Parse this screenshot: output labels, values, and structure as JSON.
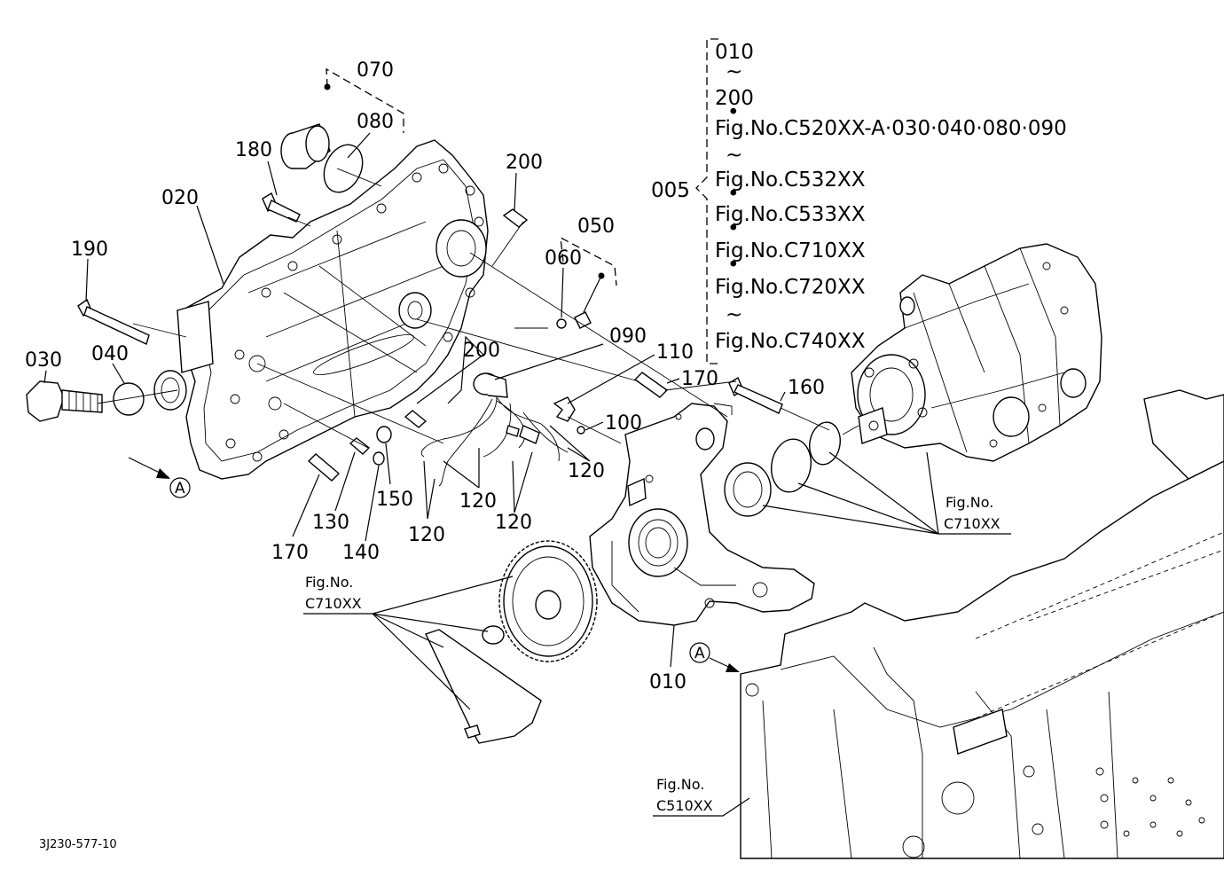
{
  "callouts": {
    "c005": "005",
    "c010a": "010",
    "c020": "020",
    "c030": "030",
    "c040": "040",
    "c050": "050",
    "c060": "060",
    "c070": "070",
    "c080": "080",
    "c090": "090",
    "c100": "100",
    "c110": "110",
    "c120a": "120",
    "c120b": "120",
    "c120c": "120",
    "c120d": "120",
    "c130": "130",
    "c140": "140",
    "c150": "150",
    "c160": "160",
    "c170a": "170",
    "c170b": "170",
    "c180": "180",
    "c190": "190",
    "c200a": "200",
    "c200b": "200"
  },
  "brace_list": {
    "from": "010",
    "tilde1": "~",
    "to": "200",
    "bullet": "•",
    "ref1": "Fig.No.C520XX-A·030·040·080·090",
    "tilde2": "~",
    "ref2": "Fig.No.C532XX",
    "ref3": "Fig.No.C533XX",
    "ref4": "Fig.No.C710XX",
    "ref5": "Fig.No.C720XX",
    "tilde3": "~",
    "ref6": "Fig.No.C740XX"
  },
  "fig_refs": {
    "pump": {
      "line1": "Fig.No.",
      "line2": "C710XX"
    },
    "gear": {
      "line1": "Fig.No.",
      "line2": "C710XX"
    },
    "case": {
      "line1": "Fig.No.",
      "line2": "C510XX"
    }
  },
  "markers": {
    "a_left": "A",
    "a_right": "A"
  },
  "drawing_code": "3J230-577-10"
}
